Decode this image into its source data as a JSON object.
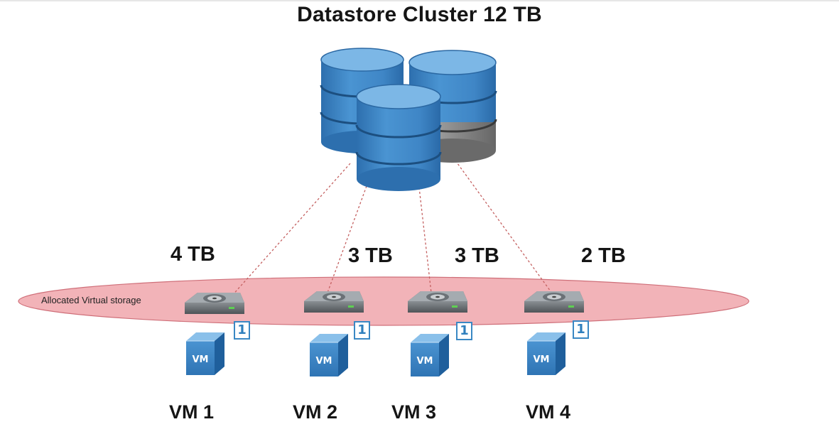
{
  "title": "Datastore Cluster 12 TB",
  "region_label": "Allocated Virtual storage",
  "vms": [
    {
      "name": "VM 1",
      "capacity": "4 TB",
      "badge": "1",
      "icon_text": "VM"
    },
    {
      "name": "VM 2",
      "capacity": "3 TB",
      "badge": "1",
      "icon_text": "VM"
    },
    {
      "name": "VM 3",
      "capacity": "3 TB",
      "badge": "1",
      "icon_text": "VM"
    },
    {
      "name": "VM 4",
      "capacity": "2 TB",
      "badge": "1",
      "icon_text": "VM"
    }
  ],
  "icons": {
    "datastore": "database-cylinder-icon",
    "disk": "hard-disk-icon",
    "vm": "virtual-machine-cube-icon"
  },
  "colors": {
    "cylinder_blue": "#3f86c6",
    "cylinder_gray": "#7d7d7d",
    "region_fill": "#f2b3b8",
    "region_stroke": "#cf6f79",
    "connector": "#c46060"
  }
}
